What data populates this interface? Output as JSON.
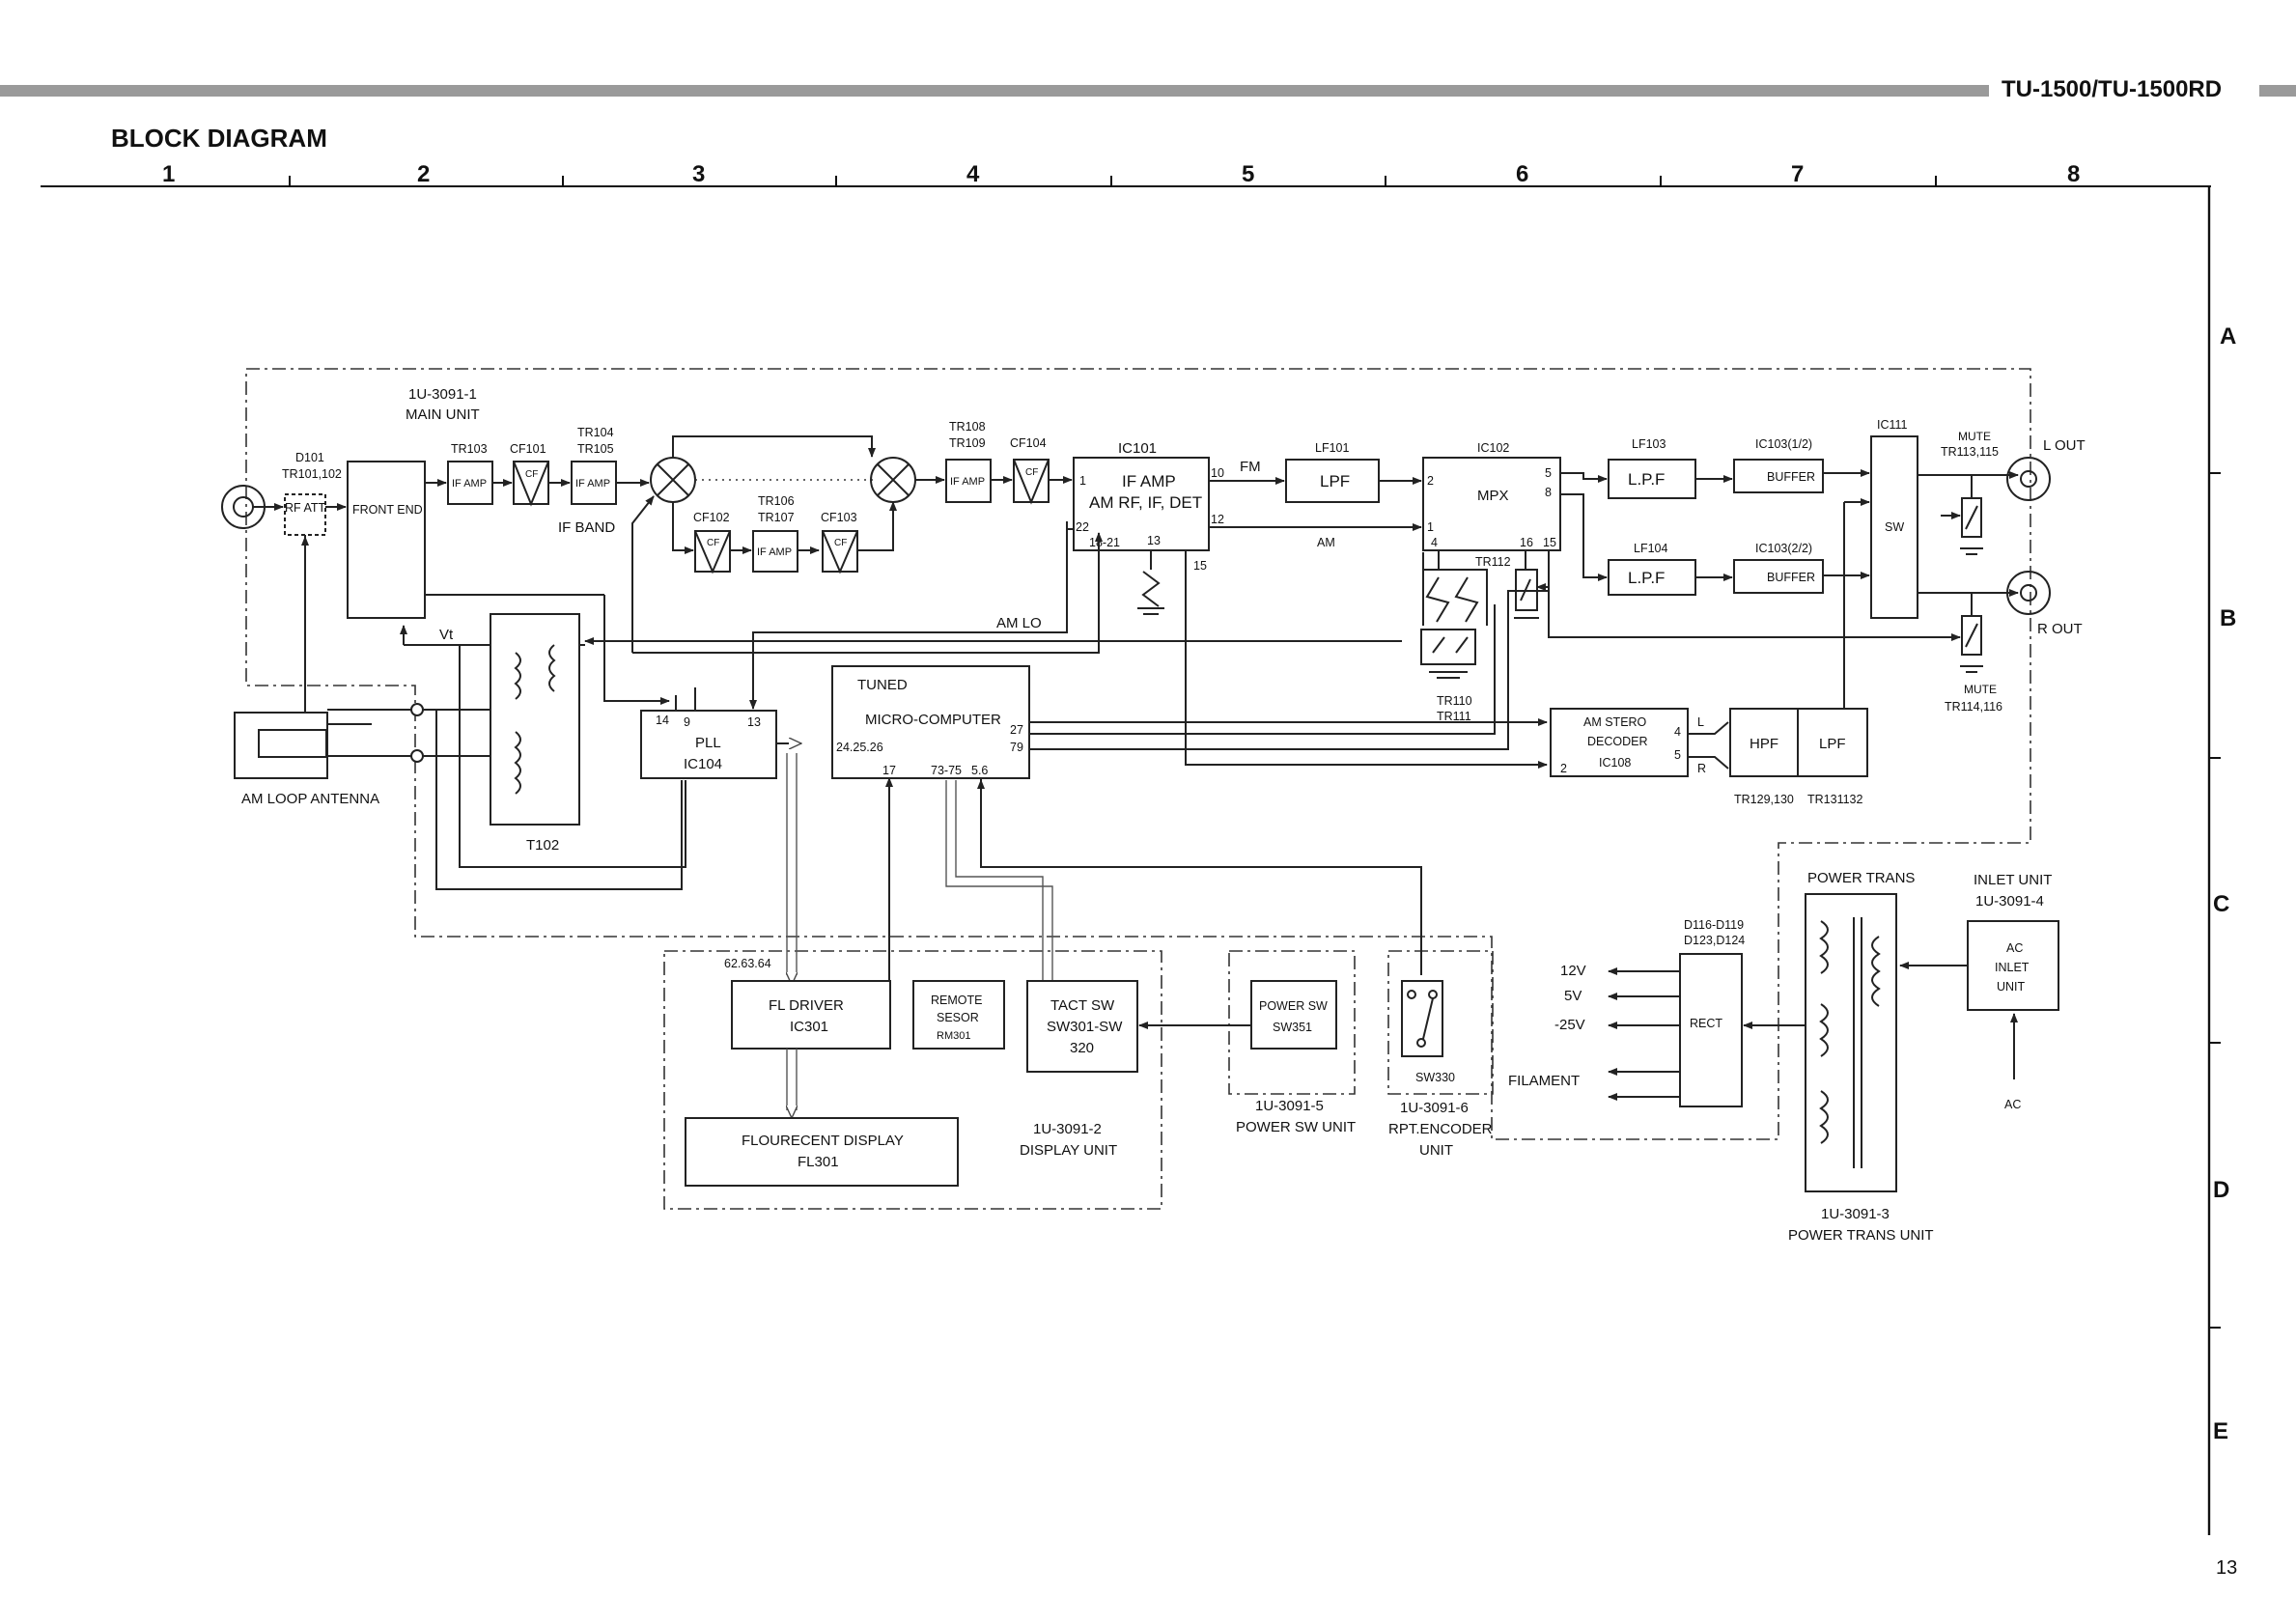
{
  "header": {
    "model": "TU-1500/TU-1500RD",
    "title": "BLOCK DIAGRAM",
    "page_number": "13"
  },
  "grid": {
    "columns": [
      "1",
      "2",
      "3",
      "4",
      "5",
      "6",
      "7",
      "8"
    ],
    "rows": [
      "A",
      "B",
      "C",
      "D",
      "E"
    ]
  },
  "main_unit": {
    "unit_id": "1U-3091-1",
    "unit_name": "MAIN UNIT",
    "d101": "D101",
    "tr101": "TR101,102",
    "rf_att": "RF ATT",
    "front_end": "FRONT END",
    "tr103": "TR103",
    "cf101": "CF101",
    "tr104": "TR104",
    "tr105": "TR105",
    "if_amp": "IF AMP",
    "cf": "CF",
    "if_band": "IF BAND",
    "tr108": "TR108",
    "tr109": "TR109",
    "cf104": "CF104",
    "cf102": "CF102",
    "tr106": "TR106",
    "tr107": "TR107",
    "cf103": "CF103",
    "ic101": "IC101",
    "ic101_line1": "IF AMP",
    "ic101_line2": "AM RF, IF, DET",
    "pin10": "10",
    "pin12": "12",
    "pin22": "22",
    "pin1821": "18-21",
    "pin13": "13",
    "pin15": "15",
    "pin1": "1",
    "fm": "FM",
    "am": "AM",
    "am_lo": "AM LO",
    "lf101": "LF101",
    "lpf": "LPF",
    "ic102": "IC102",
    "mpx": "MPX",
    "mpx_p2": "2",
    "mpx_p5": "5",
    "mpx_p8": "8",
    "mpx_p1": "1",
    "mpx_p4": "4",
    "mpx_p16": "16",
    "mpx_p15": "15",
    "tr112": "TR112",
    "tr110": "TR110",
    "tr111": "TR111",
    "lf103": "LF103",
    "lf104": "LF104",
    "lpf_dot": "L.P.F",
    "ic103a": "IC103(1/2)",
    "ic103b": "IC103(2/2)",
    "buffer": "BUFFER",
    "ic111": "IC111",
    "sw": "SW",
    "mute": "MUTE",
    "tr113": "TR113,115",
    "tr114": "TR114,116",
    "l_out": "L OUT",
    "r_out": "R OUT",
    "vt": "Vt",
    "t102": "T102",
    "pll": "PLL",
    "ic104": "IC104",
    "pll_p14": "14",
    "pll_p9": "9",
    "pll_p13": "13",
    "micro_tuned": "TUNED",
    "micro": "MICRO-COMPUTER",
    "mc_p242526": "24.25.26",
    "mc_p27": "27",
    "mc_p79": "79",
    "mc_p17": "17",
    "mc_p7375": "73-75",
    "mc_p56": "5.6",
    "am_stereo1": "AM STERO",
    "am_stereo2": "DECODER",
    "ic108": "IC108",
    "ic108_p2": "2",
    "ic108_p4": "4",
    "ic108_p5": "5",
    "l": "L",
    "r": "R",
    "hpf": "HPF",
    "tr129": "TR129,130",
    "tr131": "TR131132"
  },
  "am_loop": {
    "label": "AM LOOP ANTENNA"
  },
  "display_unit": {
    "unit_id": "1U-3091-2",
    "unit_name": "DISPLAY UNIT",
    "pins": "62.63.64",
    "fl_driver": "FL DRIVER",
    "ic301": "IC301",
    "remote1": "REMOTE",
    "remote2": "SESOR",
    "rm301": "RM301",
    "tact1": "TACT SW",
    "tact2": "SW301-SW",
    "tact3": "320",
    "display1": "FLOURECENT DISPLAY",
    "display2": "FL301"
  },
  "power_sw_unit": {
    "unit_id": "1U-3091-5",
    "unit_name": "POWER SW UNIT",
    "line1": "POWER SW",
    "line2": "SW351"
  },
  "encoder_unit": {
    "unit_id": "1U-3091-6",
    "unit_name1": "RPT.ENCODER",
    "unit_name2": "UNIT",
    "sw": "SW330"
  },
  "power_trans_unit": {
    "unit_id": "1U-3091-3",
    "unit_name": "POWER TRANS UNIT",
    "power_trans": "POWER TRANS",
    "diodes1": "D116-D119",
    "diodes2": "D123,D124",
    "rect": "RECT",
    "v12": "12V",
    "v5": "5V",
    "vm25": "-25V",
    "filament": "FILAMENT"
  },
  "inlet_unit": {
    "unit_name": "INLET UNIT",
    "unit_id": "1U-3091-4",
    "line1": "AC",
    "line2": "INLET",
    "line3": "UNIT",
    "ac": "AC"
  }
}
